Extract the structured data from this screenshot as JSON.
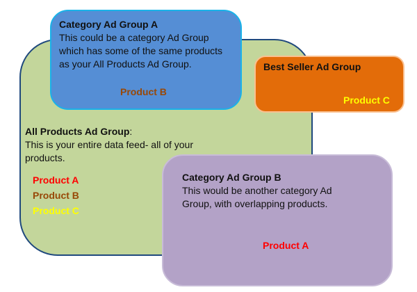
{
  "all_products": {
    "title": "All Products Ad Group",
    "title_suffix": ":",
    "description": "This is your entire data feed- all of your products.",
    "products": [
      {
        "label": "Product A",
        "color": "#ff0000"
      },
      {
        "label": "Product B",
        "color": "#984807"
      },
      {
        "label": "Product C",
        "color": "#ffff00"
      }
    ],
    "fill": "#c3d69b",
    "border": "#1f497d"
  },
  "category_a": {
    "title": "Category Ad Group A",
    "description": "This could be a category Ad Group which has some of the same products as your All Products Ad Group.",
    "product": {
      "label": "Product B",
      "color": "#984807"
    },
    "fill": "#558ed5",
    "border": "#1ab2e8"
  },
  "best_seller": {
    "title": "Best Seller Ad Group",
    "product": {
      "label": "Product C",
      "color": "#ffff00"
    },
    "fill": "#e36c09",
    "border": "#fac090"
  },
  "category_b": {
    "title": "Category Ad Group B",
    "description": "This would be another category  Ad Group, with overlapping products.",
    "product": {
      "label": "Product A",
      "color": "#ff0000"
    },
    "fill": "#b3a2c7",
    "border": "#c8bcd8"
  }
}
